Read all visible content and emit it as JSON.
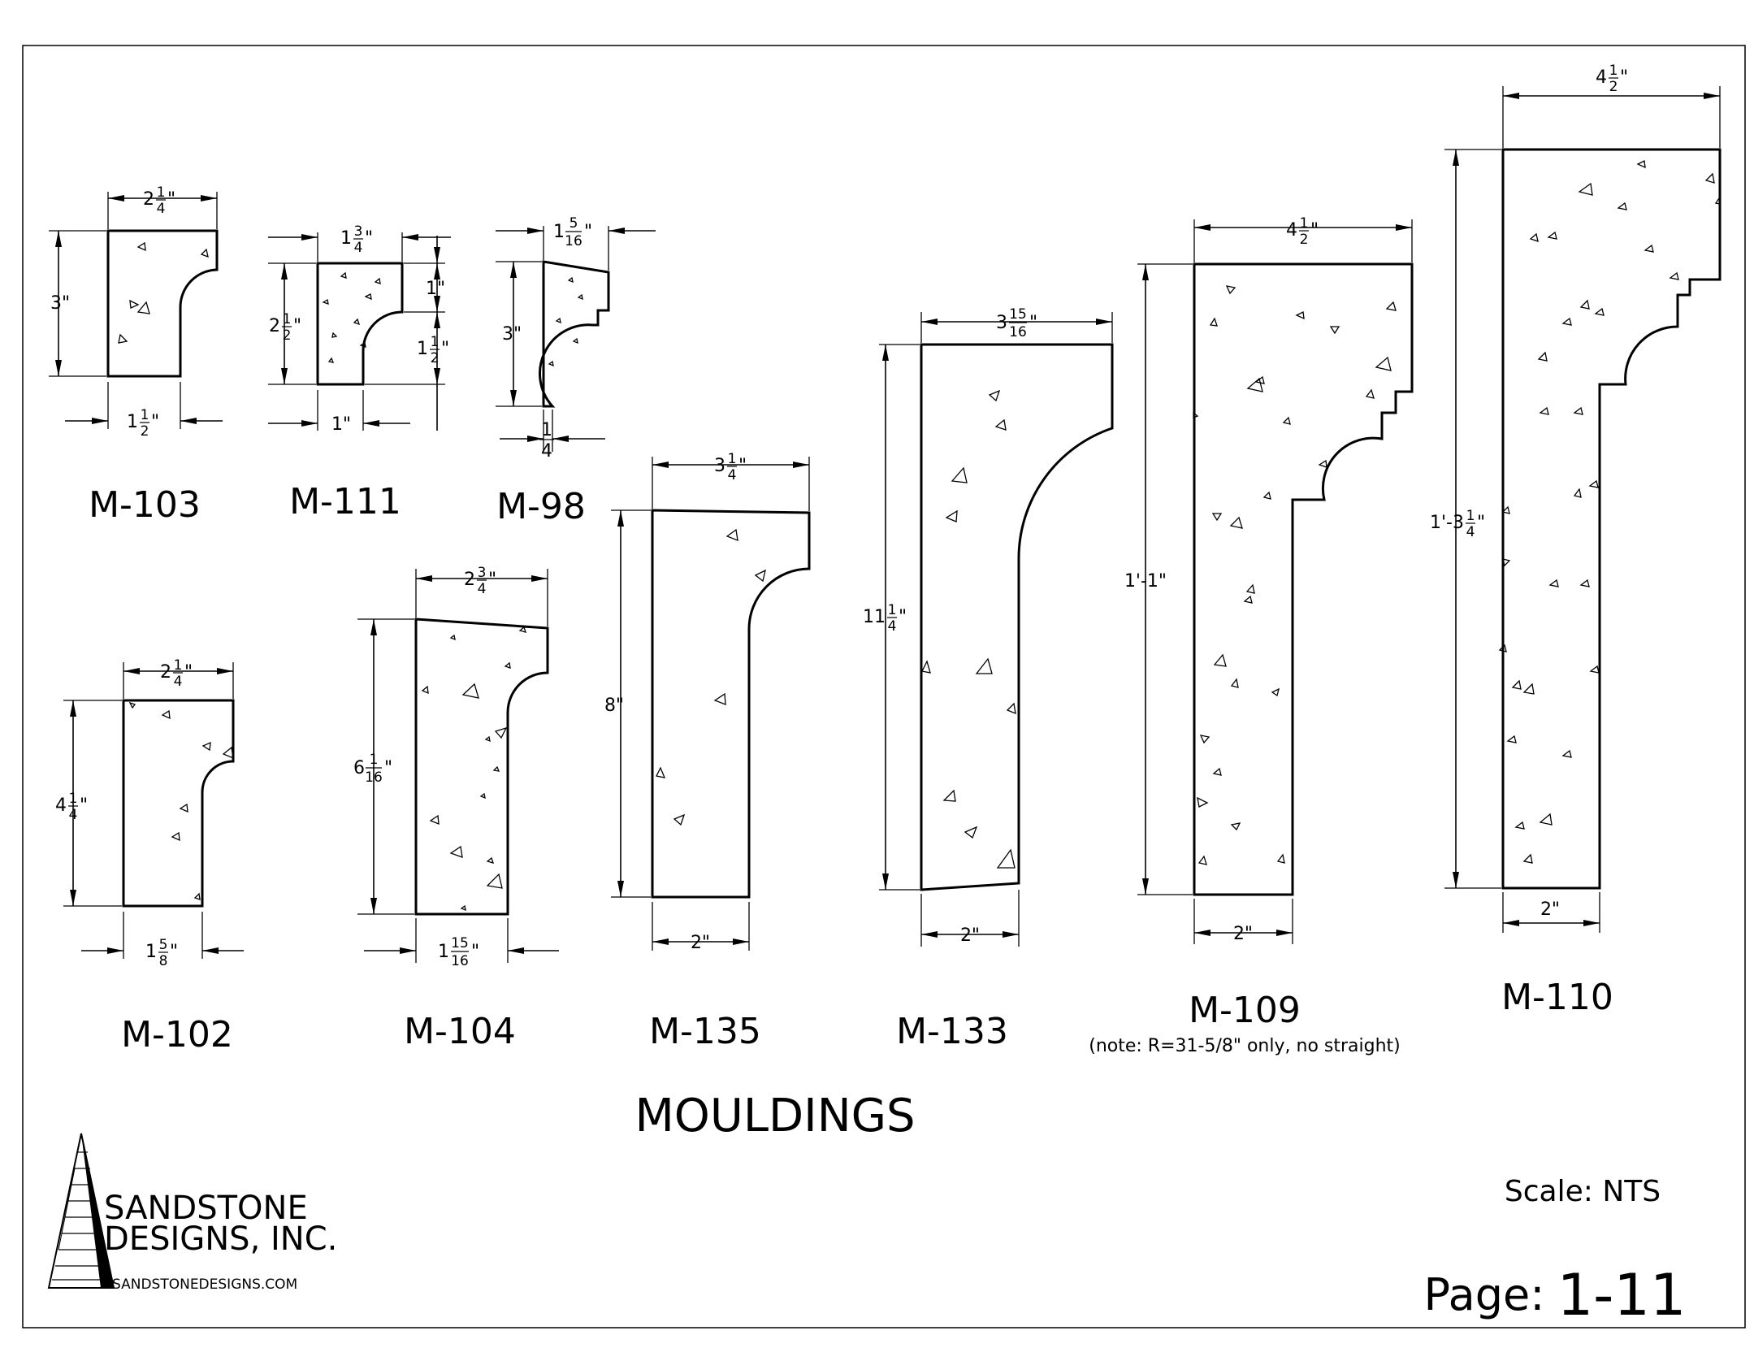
{
  "title": "MOULDINGS",
  "scale": "Scale: NTS",
  "page_label": "Page:",
  "page_number": "1-11",
  "company": {
    "line1": "SANDSTONE",
    "line2": "DESIGNS, INC.",
    "website": "SANDSTONEDESIGNS.COM"
  },
  "mouldings": [
    {
      "label": "M-103",
      "dims": [
        [
          "2",
          "1",
          "4",
          "\""
        ],
        [
          "3\""
        ],
        [
          "1",
          "1",
          "2",
          "\""
        ]
      ]
    },
    {
      "label": "M-111",
      "dims": [
        [
          "1",
          "3",
          "4",
          "\""
        ],
        [
          "2",
          "1",
          "2",
          "\""
        ],
        [
          "1\""
        ],
        [
          "1",
          "1",
          "2",
          "\""
        ],
        [
          "1\""
        ]
      ]
    },
    {
      "label": "M-98",
      "dims": [
        [
          "1",
          "5",
          "16",
          "\""
        ],
        [
          "3\""
        ],
        [
          "",
          "1",
          "4",
          ""
        ]
      ]
    },
    {
      "label": "M-102",
      "dims": [
        [
          "2",
          "1",
          "4",
          "\""
        ],
        [
          "4",
          "1",
          "4",
          "\""
        ],
        [
          "1",
          "5",
          "8",
          "\""
        ]
      ]
    },
    {
      "label": "M-104",
      "dims": [
        [
          "2",
          "3",
          "4",
          "\""
        ],
        [
          "6",
          "1",
          "16",
          "\""
        ],
        [
          "1",
          "15",
          "16",
          "\""
        ]
      ]
    },
    {
      "label": "M-135",
      "dims": [
        [
          "3",
          "1",
          "4",
          "\""
        ],
        [
          "8\""
        ],
        [
          "2\""
        ]
      ]
    },
    {
      "label": "M-133",
      "dims": [
        [
          "3",
          "15",
          "16",
          "\""
        ],
        [
          "11",
          "1",
          "4",
          "\""
        ],
        [
          "2\""
        ]
      ]
    },
    {
      "label": "M-109",
      "note": "(note: R=31-5/8\" only, no straight)",
      "dims": [
        [
          "4",
          "1",
          "2",
          "\""
        ],
        [
          "1'-1\""
        ],
        [
          "2\""
        ]
      ]
    },
    {
      "label": "M-110",
      "dims": [
        [
          "4",
          "1",
          "2",
          "\""
        ],
        [
          "1'-3",
          "1",
          "4",
          "\""
        ],
        [
          "2\""
        ]
      ]
    }
  ]
}
